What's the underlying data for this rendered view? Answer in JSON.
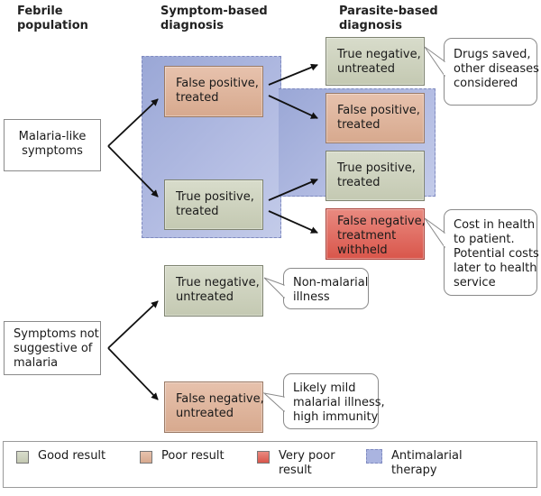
{
  "headers": {
    "febrile": "Febrile\npopulation",
    "symptom": "Symptom-based\ndiagnosis",
    "parasite": "Parasite-based\ndiagnosis"
  },
  "population": {
    "malaria_like": "Malaria-like\nsymptoms",
    "not_suggestive": "Symptoms not\nsuggestive of\nmalaria"
  },
  "symptom_based": {
    "false_positive": "False positive,\ntreated",
    "true_positive": "True positive,\ntreated",
    "true_negative": "True negative,\nuntreated",
    "false_negative": "False negative,\nuntreated"
  },
  "parasite_based": {
    "true_negative": "True negative,\nuntreated",
    "false_positive": "False positive,\ntreated",
    "true_positive": "True positive,\ntreated",
    "false_negative": "False negative,\ntreatment\nwithheld"
  },
  "callouts": {
    "drugs_saved": "Drugs saved,\nother diseases\nconsidered",
    "cost_health": "Cost in health\nto patient.\nPotential costs\nlater to health\nservice",
    "non_malarial": "Non-malarial\nillness",
    "likely_mild": "Likely mild\nmalarial illness,\nhigh immunity"
  },
  "legend": {
    "good": "Good result",
    "poor": "Poor result",
    "very_poor": "Very poor\nresult",
    "therapy": "Antimalarial\ntherapy"
  },
  "colors": {
    "good": "#c8cdb7",
    "poor": "#dcb098",
    "very_poor": "#de5f54",
    "therapy": "#a9b3df"
  }
}
